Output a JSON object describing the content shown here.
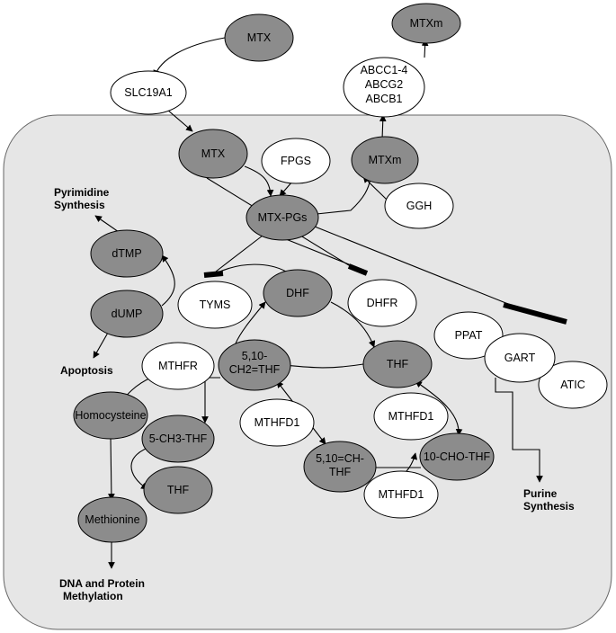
{
  "colors": {
    "cell_fill": "#e6e6e6",
    "dark_node": "#8c8c8c",
    "light_node": "#ffffff",
    "line": "#000000"
  },
  "nodes": {
    "mtx_outside": "MTX",
    "slc19a1": "SLC19A1",
    "mtx_inside": "MTX",
    "fpgs": "FPGS",
    "mtx_pgs": "MTX-PGs",
    "mtxm_inside": "MTXm",
    "ggh": "GGH",
    "abc_transporters": [
      "ABCC1-4",
      "ABCG2",
      "ABCB1"
    ],
    "mtxm_outside": "MTXm",
    "dtmp": "dTMP",
    "dump": "dUMP",
    "tyms": "TYMS",
    "dhf": "DHF",
    "dhfr": "DHFR",
    "methylene_thf": [
      "5,10-",
      "CH2=THF"
    ],
    "mthfr": "MTHFR",
    "thf_right": "THF",
    "ppat": "PPAT",
    "gart": "GART",
    "atic": "ATIC",
    "homocysteine": "Homocysteine",
    "methyl_thf": "5-CH3-THF",
    "thf_bottom": "THF",
    "methionine": "Methionine",
    "mthfd1_left": "MTHFD1",
    "methenyl_thf": [
      "5,10=CH-",
      "THF"
    ],
    "mthfd1_right": "MTHFD1",
    "formyl_thf": "10-CHO-THF",
    "mthfd1_bottom": "MTHFD1"
  },
  "labels": {
    "pyrimidine": [
      "Pyrimidine",
      "Synthesis"
    ],
    "apoptosis": "Apoptosis",
    "purine": [
      "Purine",
      "Synthesis"
    ],
    "methylation": [
      "DNA and Protein",
      "Methylation"
    ]
  }
}
